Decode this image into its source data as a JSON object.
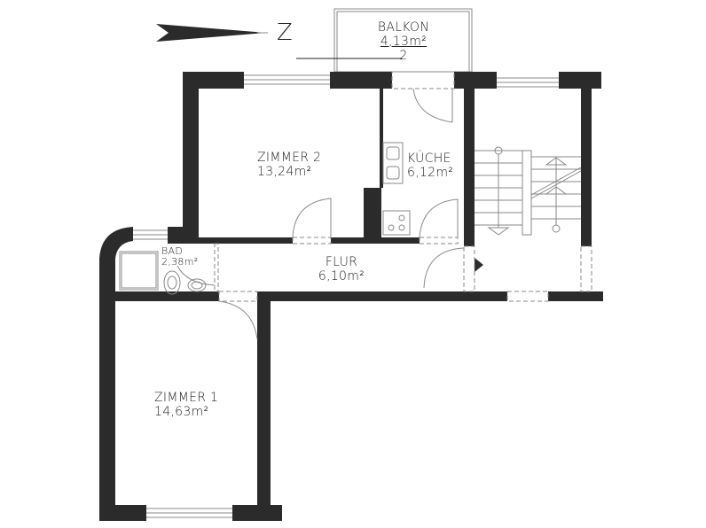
{
  "north_arrow": {
    "label": "Z"
  },
  "rooms": [
    {
      "name": "BALKON",
      "area": "4,13m²",
      "note": "2"
    },
    {
      "name": "ZIMMER 2",
      "area": "13,24m²"
    },
    {
      "name": "KÜCHE",
      "area": "6,12m²"
    },
    {
      "name": "BAD",
      "area": "2,38m²"
    },
    {
      "name": "FLUR",
      "area": "6,10m²"
    },
    {
      "name": "ZIMMER 1",
      "area": "14,63m²"
    }
  ],
  "colors": {
    "wall": "#2b2b2b",
    "line": "#8a8a8a"
  }
}
